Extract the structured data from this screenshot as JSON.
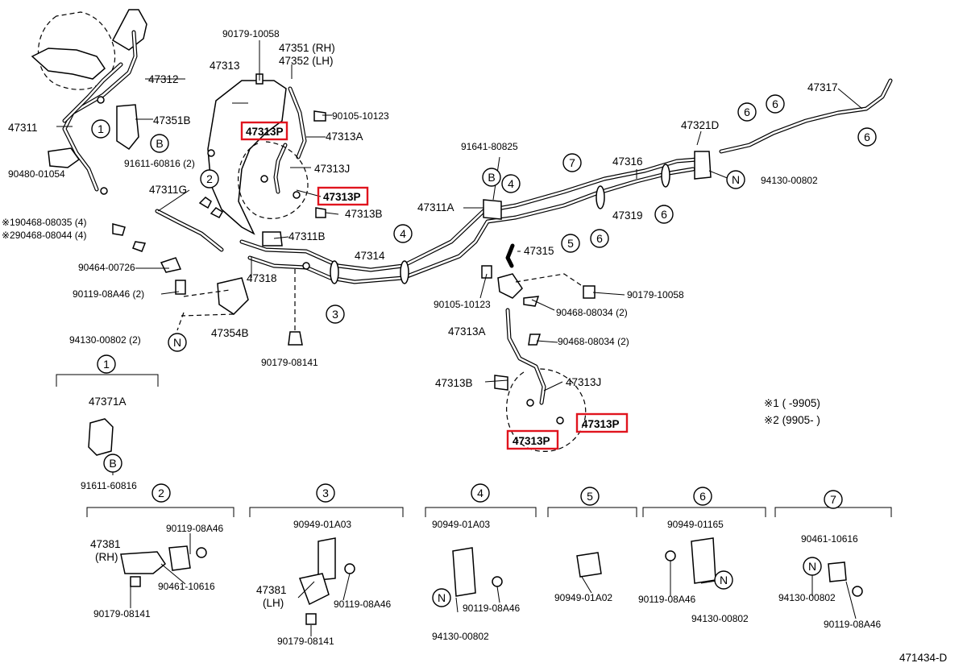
{
  "labels": {
    "p47312": "47312",
    "p47311": "47311",
    "p47351b": "47351B",
    "p90480": "90480-01054",
    "p91611a": "91611-60816 (2)",
    "p47311g": "47311G",
    "p90468a": "※190468-08035 (4)",
    "p90468b": "※290468-08044 (4)",
    "p90464": "90464-00726",
    "p90119a": "90119-08A46 (2)",
    "p94130a": "94130-00802 (2)",
    "p47354b": "47354B",
    "p47318": "47318",
    "p90179a": "90179-08141",
    "p47311b": "47311B",
    "p90179b": "90179-10058",
    "p47313": "47313",
    "p47351": "47351 (RH)",
    "p47352": "47352 (LH)",
    "p90105a": "90105-10123",
    "p47313a": "47313A",
    "p47313j": "47313J",
    "p47313b": "47313B",
    "p47314": "47314",
    "p91641": "91641-80825",
    "p47311a": "47311A",
    "p47315": "47315",
    "p90105b": "90105-10123",
    "p90179c": "90179-10058",
    "p90468c": "90468-08034 (2)",
    "p90468d": "90468-08034 (2)",
    "p47313a2": "47313A",
    "p47313b2": "47313B",
    "p47313j2": "47313J",
    "p47316": "47316",
    "p47319": "47319",
    "p47321d": "47321D",
    "p47317": "47317",
    "p94130b": "94130-00802",
    "note1": "※1 (      -9905)",
    "note2": "※2 (9905-      )",
    "p47371a": "47371A",
    "p91611b": "91611-60816",
    "p90119b": "90119-08A46",
    "p47381rh": "47381",
    "rh": "(RH)",
    "p90461a": "90461-10616",
    "p90179d": "90179-08141",
    "p90949a": "90949-01A03",
    "p47381lh": "47381",
    "lh": "(LH)",
    "p90119c": "90119-08A46",
    "p90179e": "90179-08141",
    "p90949b": "90949-01A03",
    "p90119d": "90119-08A46",
    "p94130c": "94130-00802",
    "p90949c": "90949-01A02",
    "p90949d": "90949-01165",
    "p90119e": "90119-08A46",
    "p94130d": "94130-00802",
    "p90461b": "90461-10616",
    "p94130e": "94130-00802",
    "p90119f": "90119-08A46",
    "ref": "471434-D"
  },
  "highlighted": {
    "h1": "47313P",
    "h2": "47313P",
    "h3": "47313P",
    "h4": "47313P"
  },
  "callouts": {
    "c1": "1",
    "c2": "2",
    "c3": "3",
    "c4": "4",
    "c5": "5",
    "c6": "6",
    "c7": "7",
    "b": "B",
    "n": "N"
  },
  "colors": {
    "highlight": "#e0141e",
    "ink": "#000000"
  }
}
